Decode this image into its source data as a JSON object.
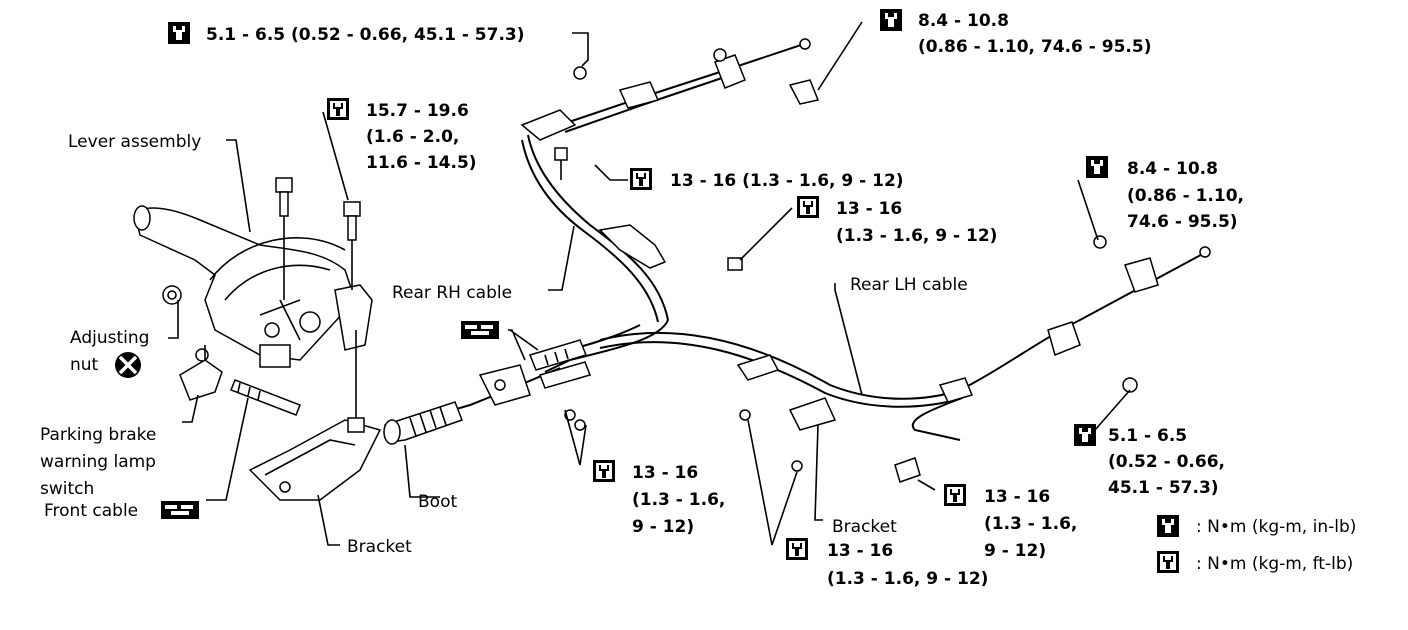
{
  "labels": {
    "lever_assembly": "Lever assembly",
    "rear_rh_cable": "Rear RH cable",
    "rear_lh_cable": "Rear LH cable",
    "adjusting_nut_1": "Adjusting",
    "adjusting_nut_2": "nut",
    "pb_switch_1": "Parking brake",
    "pb_switch_2": "warning lamp",
    "pb_switch_3": "switch",
    "front_cable": "Front cable",
    "boot": "Boot",
    "bracket_lower": "Bracket",
    "bracket_mid": "Bracket"
  },
  "torques": {
    "t1": "5.1 - 6.5 (0.52 - 0.66, 45.1 - 57.3)",
    "t2_line1": "8.4 - 10.8",
    "t2_line2": "(0.86 - 1.10, 74.6 - 95.5)",
    "t3_line1": "15.7 - 19.6",
    "t3_line2": "(1.6 - 2.0,",
    "t3_line3": "11.6 - 14.5)",
    "t4": "13 - 16 (1.3 - 1.6, 9 - 12)",
    "t5_line1": "13 - 16",
    "t5_line2": "(1.3 - 1.6, 9 - 12)",
    "t6_line1": "8.4 - 10.8",
    "t6_line2": "(0.86 - 1.10,",
    "t6_line3": "74.6 - 95.5)",
    "t7_line1": "5.1 - 6.5",
    "t7_line2": "(0.52 - 0.66,",
    "t7_line3": "45.1 - 57.3)",
    "t8_line1": "13 - 16",
    "t8_line2": "(1.3 - 1.6,",
    "t8_line3": "9 - 12)",
    "t9_line1": "13 - 16",
    "t9_line2": "(1.3 - 1.6,",
    "t9_line3": "9 - 12)",
    "t10_line1": "13 - 16",
    "t10_line2": "(1.3 - 1.6, 9 - 12)"
  },
  "legend": {
    "inlb": ": N•m (kg-m, in-lb)",
    "ftlb": ": N•m (kg-m, ft-lb)"
  },
  "icons": {
    "torque_inlb": "torque-wrench-inlb-icon",
    "torque_ftlb": "torque-wrench-ftlb-icon",
    "replace": "do-not-reuse-icon",
    "lubricate": "grease-icon"
  }
}
